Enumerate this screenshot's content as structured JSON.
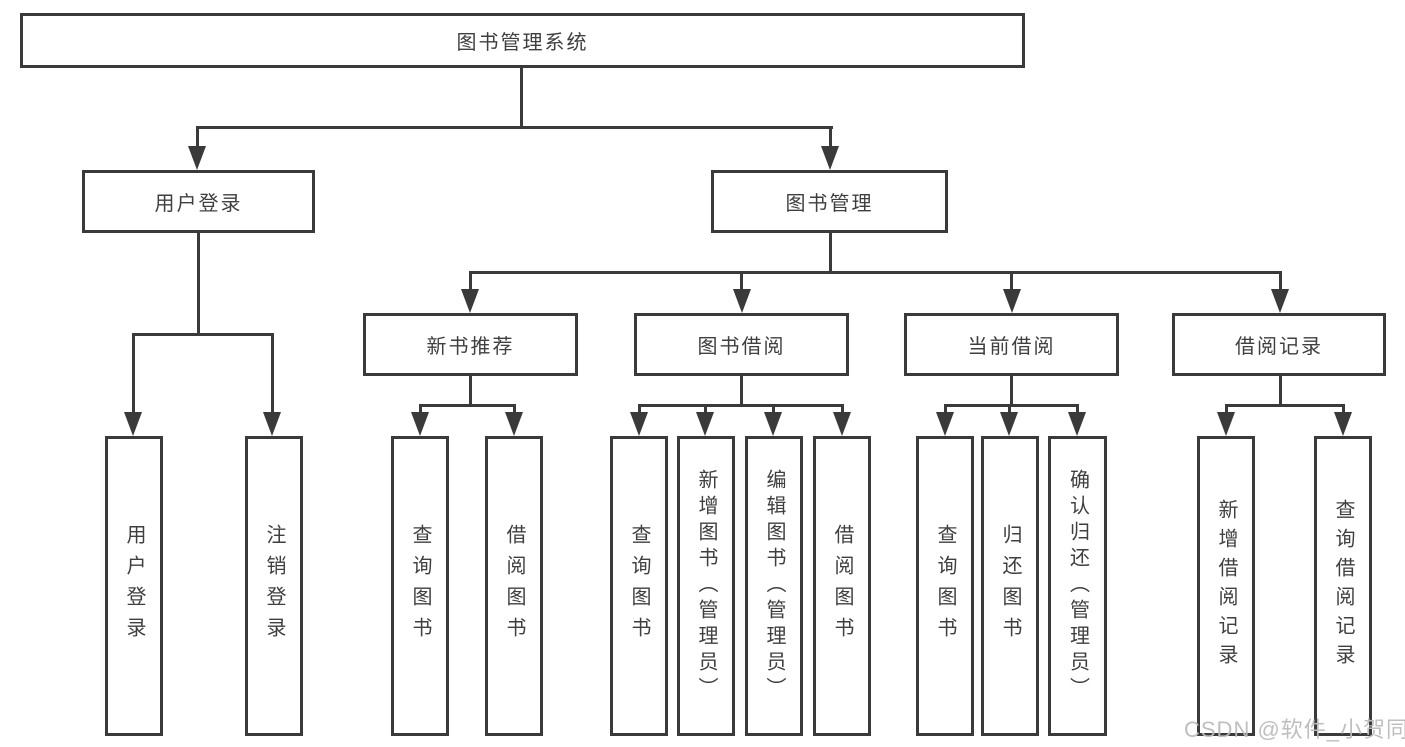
{
  "tree": {
    "root": {
      "label": "图书管理系统",
      "children": [
        {
          "label": "用户登录",
          "children": [
            {
              "label": "用户登录"
            },
            {
              "label": "注销登录"
            }
          ]
        },
        {
          "label": "图书管理",
          "children": [
            {
              "label": "新书推荐",
              "children": [
                {
                  "label": "查询图书"
                },
                {
                  "label": "借阅图书"
                }
              ]
            },
            {
              "label": "图书借阅",
              "children": [
                {
                  "label": "查询图书"
                },
                {
                  "label": "新增图书（管理员）"
                },
                {
                  "label": "编辑图书（管理员）"
                },
                {
                  "label": "借阅图书"
                }
              ]
            },
            {
              "label": "当前借阅",
              "children": [
                {
                  "label": "查询图书"
                },
                {
                  "label": "归还图书"
                },
                {
                  "label": "确认归还（管理员）"
                }
              ]
            },
            {
              "label": "借阅记录",
              "children": [
                {
                  "label": "新增借阅记录"
                },
                {
                  "label": "查询借阅记录"
                }
              ]
            }
          ]
        }
      ]
    }
  },
  "watermark": {
    "text": "CSDN @软件_小贺同学"
  },
  "colors": {
    "line": "#3a3a3a",
    "text": "#3f3f3f",
    "background": "#ffffff",
    "watermark": "#bcbcbc"
  }
}
